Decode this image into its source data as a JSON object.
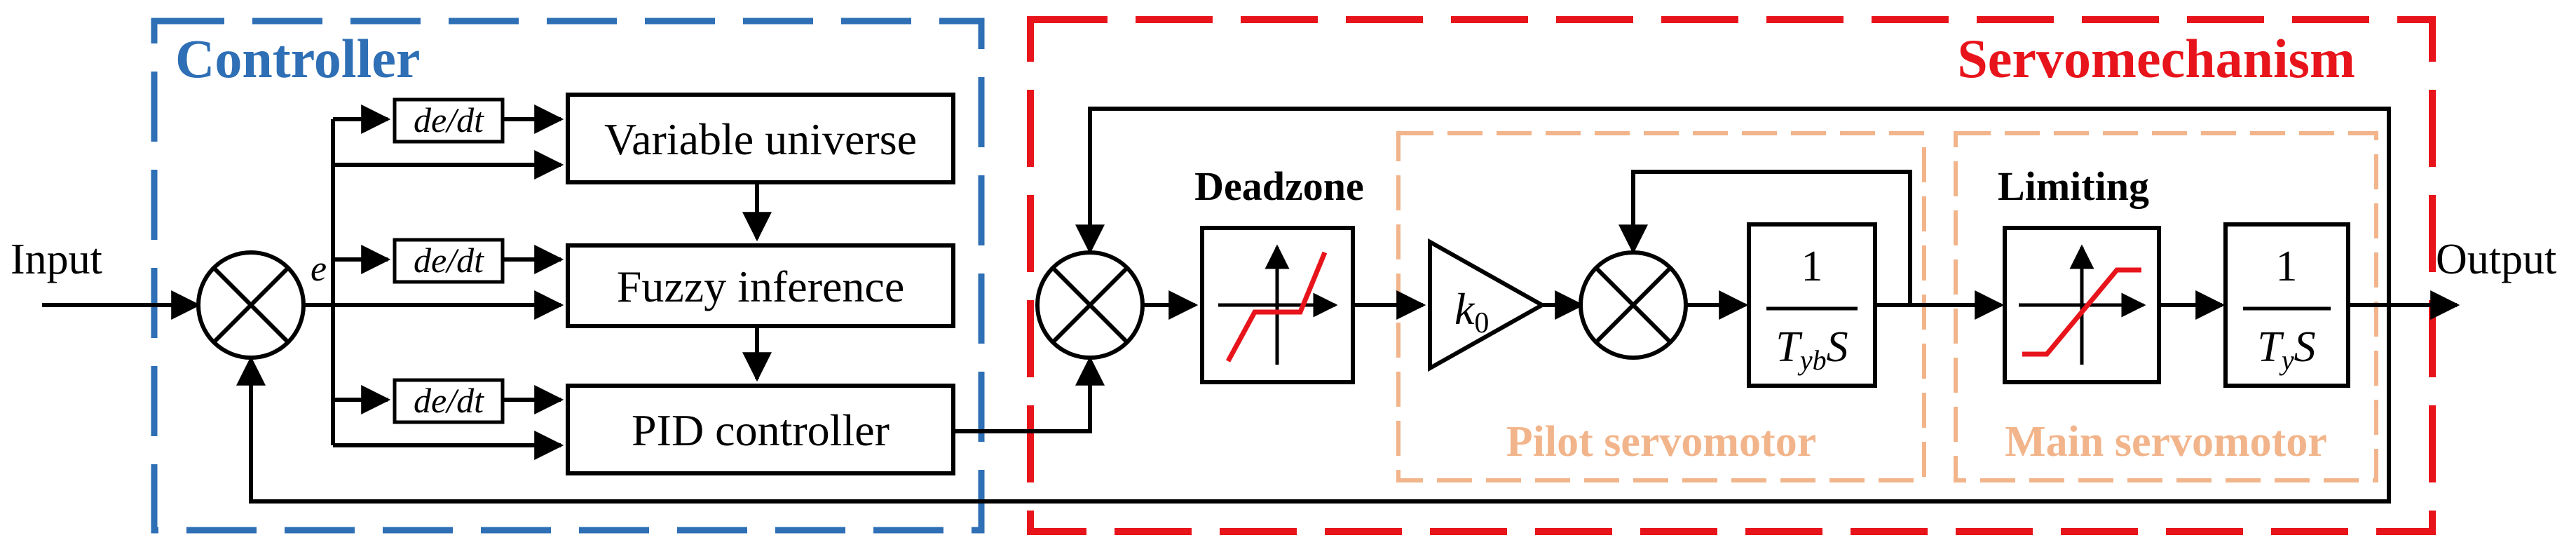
{
  "groups": {
    "controller": {
      "title": "Controller",
      "color": "#2E6FB5"
    },
    "servomechanism": {
      "title": "Servomechanism",
      "color": "#E8141B"
    },
    "pilot_servomotor": {
      "title": "Pilot servomotor",
      "color": "#F2B48A"
    },
    "main_servomotor": {
      "title": "Main servomotor",
      "color": "#F2B48A"
    }
  },
  "signals": {
    "input": "Input",
    "output": "Output",
    "error": "e"
  },
  "derivative_label": "de/dt",
  "blocks": {
    "variable_universe": "Variable universe",
    "fuzzy_inference": "Fuzzy inference",
    "pid_controller": "PID controller",
    "deadzone": "Deadzone",
    "limiting": "Limiting",
    "gain": {
      "base": "k",
      "subscript": "0"
    },
    "pilot_tf": {
      "numerator": "1",
      "denominator_base": "T",
      "denominator_sub": "yb",
      "denominator_var": "S"
    },
    "main_tf": {
      "numerator": "1",
      "denominator_base": "T",
      "denominator_sub": "y",
      "denominator_var": "S"
    }
  },
  "colors": {
    "nonlinearity": "#E8141B"
  }
}
